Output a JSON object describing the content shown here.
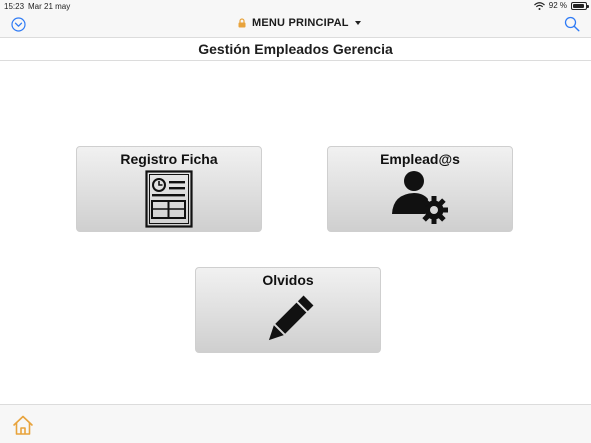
{
  "status_bar": {
    "time": "15:23",
    "date": "Mar 21 may",
    "battery": "92 %",
    "battery_level": 0.92
  },
  "nav": {
    "title": "MENU PRINCIPAL",
    "left_icon": "chevron-down-circle-icon",
    "right_icon": "search-icon",
    "lock_icon": "lock-icon",
    "accent_color": "#e8a33c"
  },
  "page": {
    "title": "Gestión Empleados Gerencia"
  },
  "tiles": [
    {
      "label": "Registro Ficha",
      "icon": "timesheet-form-icon"
    },
    {
      "label": "Emplead@s",
      "icon": "user-settings-icon"
    },
    {
      "label": "Olvidos",
      "icon": "pencil-icon"
    }
  ],
  "bottom_bar": {
    "home_icon": "home-icon"
  }
}
